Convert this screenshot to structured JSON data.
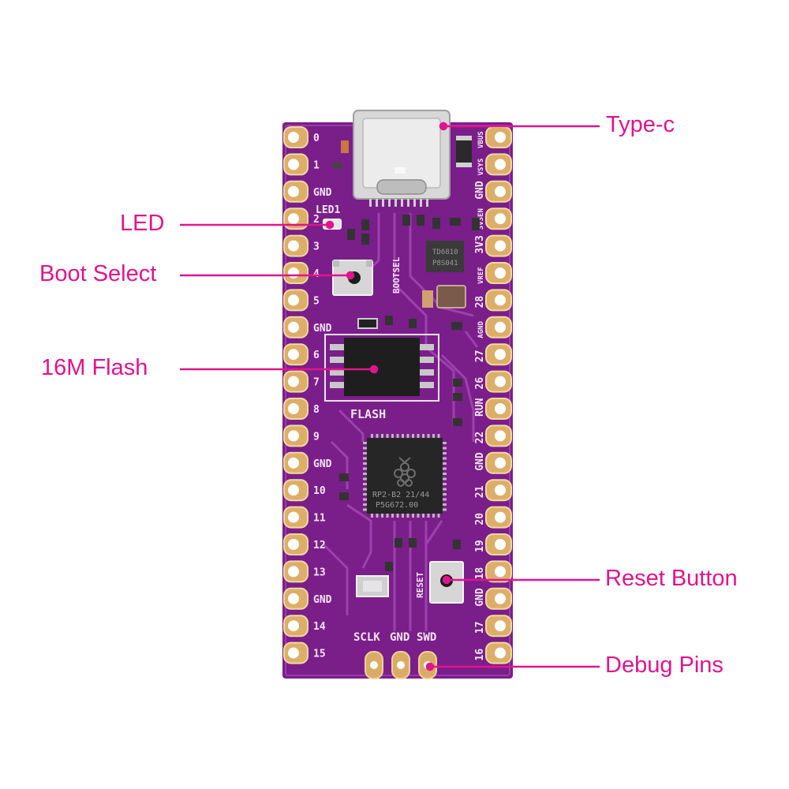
{
  "accent_color": "#e0148c",
  "board_color": "#7a1e8a",
  "callouts": {
    "type_c": "Type-c",
    "led": "LED",
    "boot_select": "Boot Select",
    "flash": "16M Flash",
    "reset": "Reset Button",
    "debug": "Debug Pins"
  },
  "board": {
    "left_pins": [
      "0",
      "1",
      "GND",
      "2",
      "3",
      "4",
      "5",
      "GND",
      "6",
      "7",
      "8",
      "9",
      "GND",
      "10",
      "11",
      "12",
      "13",
      "GND",
      "14",
      "15"
    ],
    "right_pins": [
      "VBUS",
      "VSYS",
      "GND",
      "3V3EN",
      "3V3",
      "VREF",
      "28",
      "AGND",
      "27",
      "26",
      "RUN",
      "22",
      "GND",
      "21",
      "20",
      "19",
      "18",
      "GND",
      "17",
      "16"
    ],
    "led_label": "LED1",
    "bootsel_label": "BOOTSEL",
    "flash_label": "FLASH",
    "reset_label": "RESET",
    "debug_labels": [
      "SCLK",
      "GND",
      "SWD"
    ],
    "chip_text": [
      "RP2-B2  21/44",
      "P5G672.00"
    ],
    "regulator_text": [
      "TD6810",
      "P8S041"
    ]
  }
}
